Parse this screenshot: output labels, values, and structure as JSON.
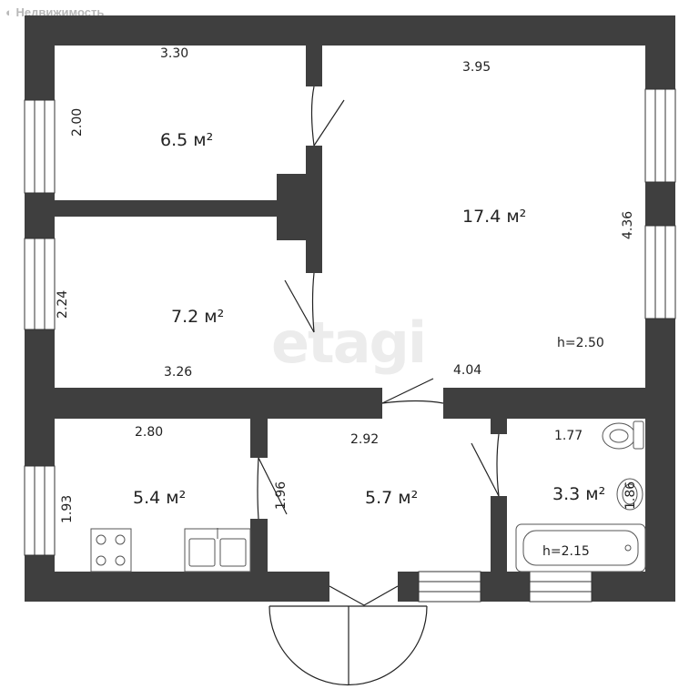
{
  "branding": {
    "logo": "Недвижимость",
    "watermark": "etagi"
  },
  "colors": {
    "wall": "#3f3f3f",
    "fixture": "#555555"
  },
  "rooms": [
    {
      "id": "room-bedroom-1",
      "area": "6.5 м²",
      "dims": [
        "3.30",
        "2.00"
      ]
    },
    {
      "id": "room-bedroom-2",
      "area": "7.2 м²",
      "dims": [
        "3.26",
        "2.24"
      ]
    },
    {
      "id": "room-living",
      "area": "17.4 м²",
      "dims": [
        "3.95",
        "4.36",
        "4.04"
      ],
      "height": "h=2.50"
    },
    {
      "id": "room-kitchen",
      "area": "5.4 м²",
      "dims": [
        "2.80",
        "1.93",
        "1.96"
      ]
    },
    {
      "id": "room-hallway",
      "area": "5.7 м²",
      "dims": [
        "2.92"
      ]
    },
    {
      "id": "room-bathroom",
      "area": "3.3 м²",
      "dims": [
        "1.77",
        "1.86"
      ],
      "bath_height": "h=2.15"
    }
  ]
}
